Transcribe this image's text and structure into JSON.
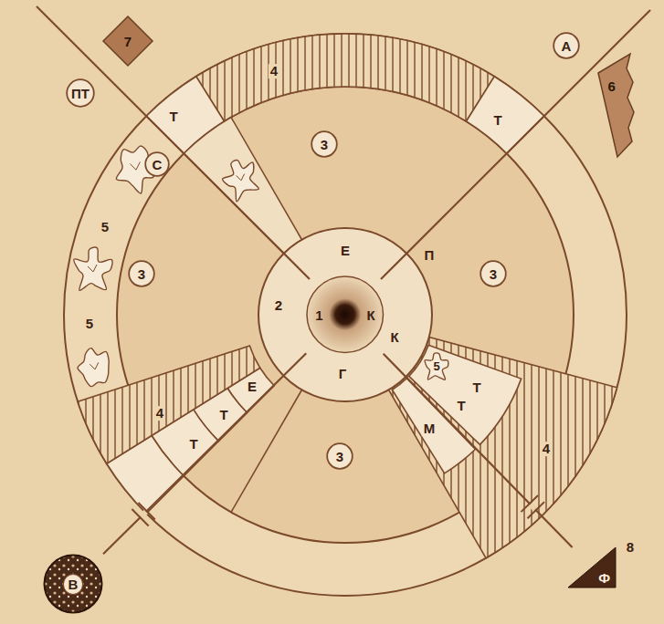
{
  "diagram": {
    "nodes": [
      {
        "text": [
          "7"
        ]
      },
      {
        "text": [
          "А"
        ]
      },
      {
        "text": [
          "ПТ"
        ]
      },
      {
        "text": [
          "6"
        ]
      },
      {
        "text": [
          "С"
        ]
      },
      {
        "text": [
          "3"
        ]
      },
      {
        "text": [
          "3"
        ]
      },
      {
        "text": [
          "3"
        ]
      },
      {
        "text": [
          "1",
          "К"
        ]
      },
      {
        "text": [
          "3"
        ]
      },
      {
        "text": [
          "В"
        ]
      },
      {
        "text": [
          "Ф"
        ]
      }
    ],
    "edges": [
      {
        "from": 8,
        "to": 10,
        "arrow": "none"
      },
      {
        "from": 8,
        "to": 11,
        "arrow": "none"
      }
    ],
    "labels": [
      "4",
      "Т",
      "Т",
      "5",
      "Е",
      "П",
      "2",
      "5",
      "К",
      "5",
      "Г",
      "Е",
      "Т",
      "Т",
      "4",
      "Т",
      "М",
      "Т",
      "4",
      "8"
    ]
  }
}
